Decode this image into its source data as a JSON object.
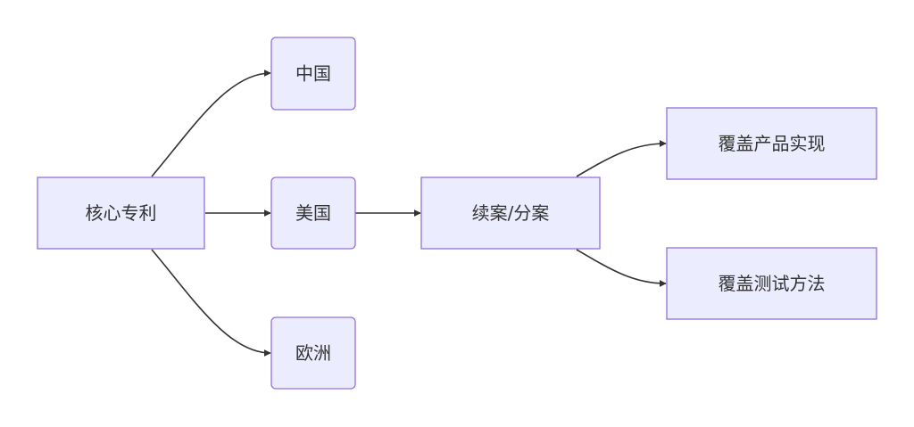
{
  "diagram": {
    "type": "flowchart",
    "direction": "left-to-right",
    "colors": {
      "node_fill": "#ececff",
      "node_border": "#9370db",
      "edge": "#333333",
      "text": "#333333"
    },
    "nodes": [
      {
        "id": "core",
        "label": "核心专利"
      },
      {
        "id": "cn",
        "label": "中国"
      },
      {
        "id": "us",
        "label": "美国"
      },
      {
        "id": "eu",
        "label": "欧洲"
      },
      {
        "id": "cont",
        "label": "续案/分案"
      },
      {
        "id": "prod",
        "label": "覆盖产品实现"
      },
      {
        "id": "test",
        "label": "覆盖测试方法"
      }
    ],
    "edges": [
      {
        "from": "core",
        "to": "cn"
      },
      {
        "from": "core",
        "to": "us"
      },
      {
        "from": "core",
        "to": "eu"
      },
      {
        "from": "us",
        "to": "cont"
      },
      {
        "from": "cont",
        "to": "prod"
      },
      {
        "from": "cont",
        "to": "test"
      }
    ]
  }
}
